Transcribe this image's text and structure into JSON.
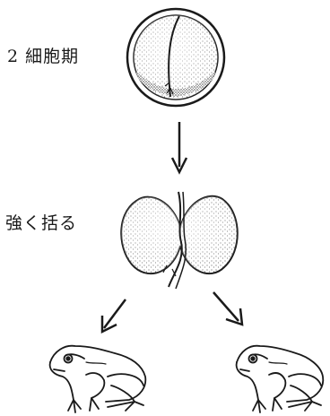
{
  "labels": {
    "stage": "2 細胞期",
    "pinch": "強く括る"
  },
  "colors": {
    "ink": "#1a1a1a",
    "background": "#ffffff"
  },
  "icons": [
    "two-cell-embryo",
    "ligated-embryo",
    "arrow-down",
    "arrow-down-left",
    "arrow-down-right",
    "frog-left",
    "frog-right"
  ]
}
